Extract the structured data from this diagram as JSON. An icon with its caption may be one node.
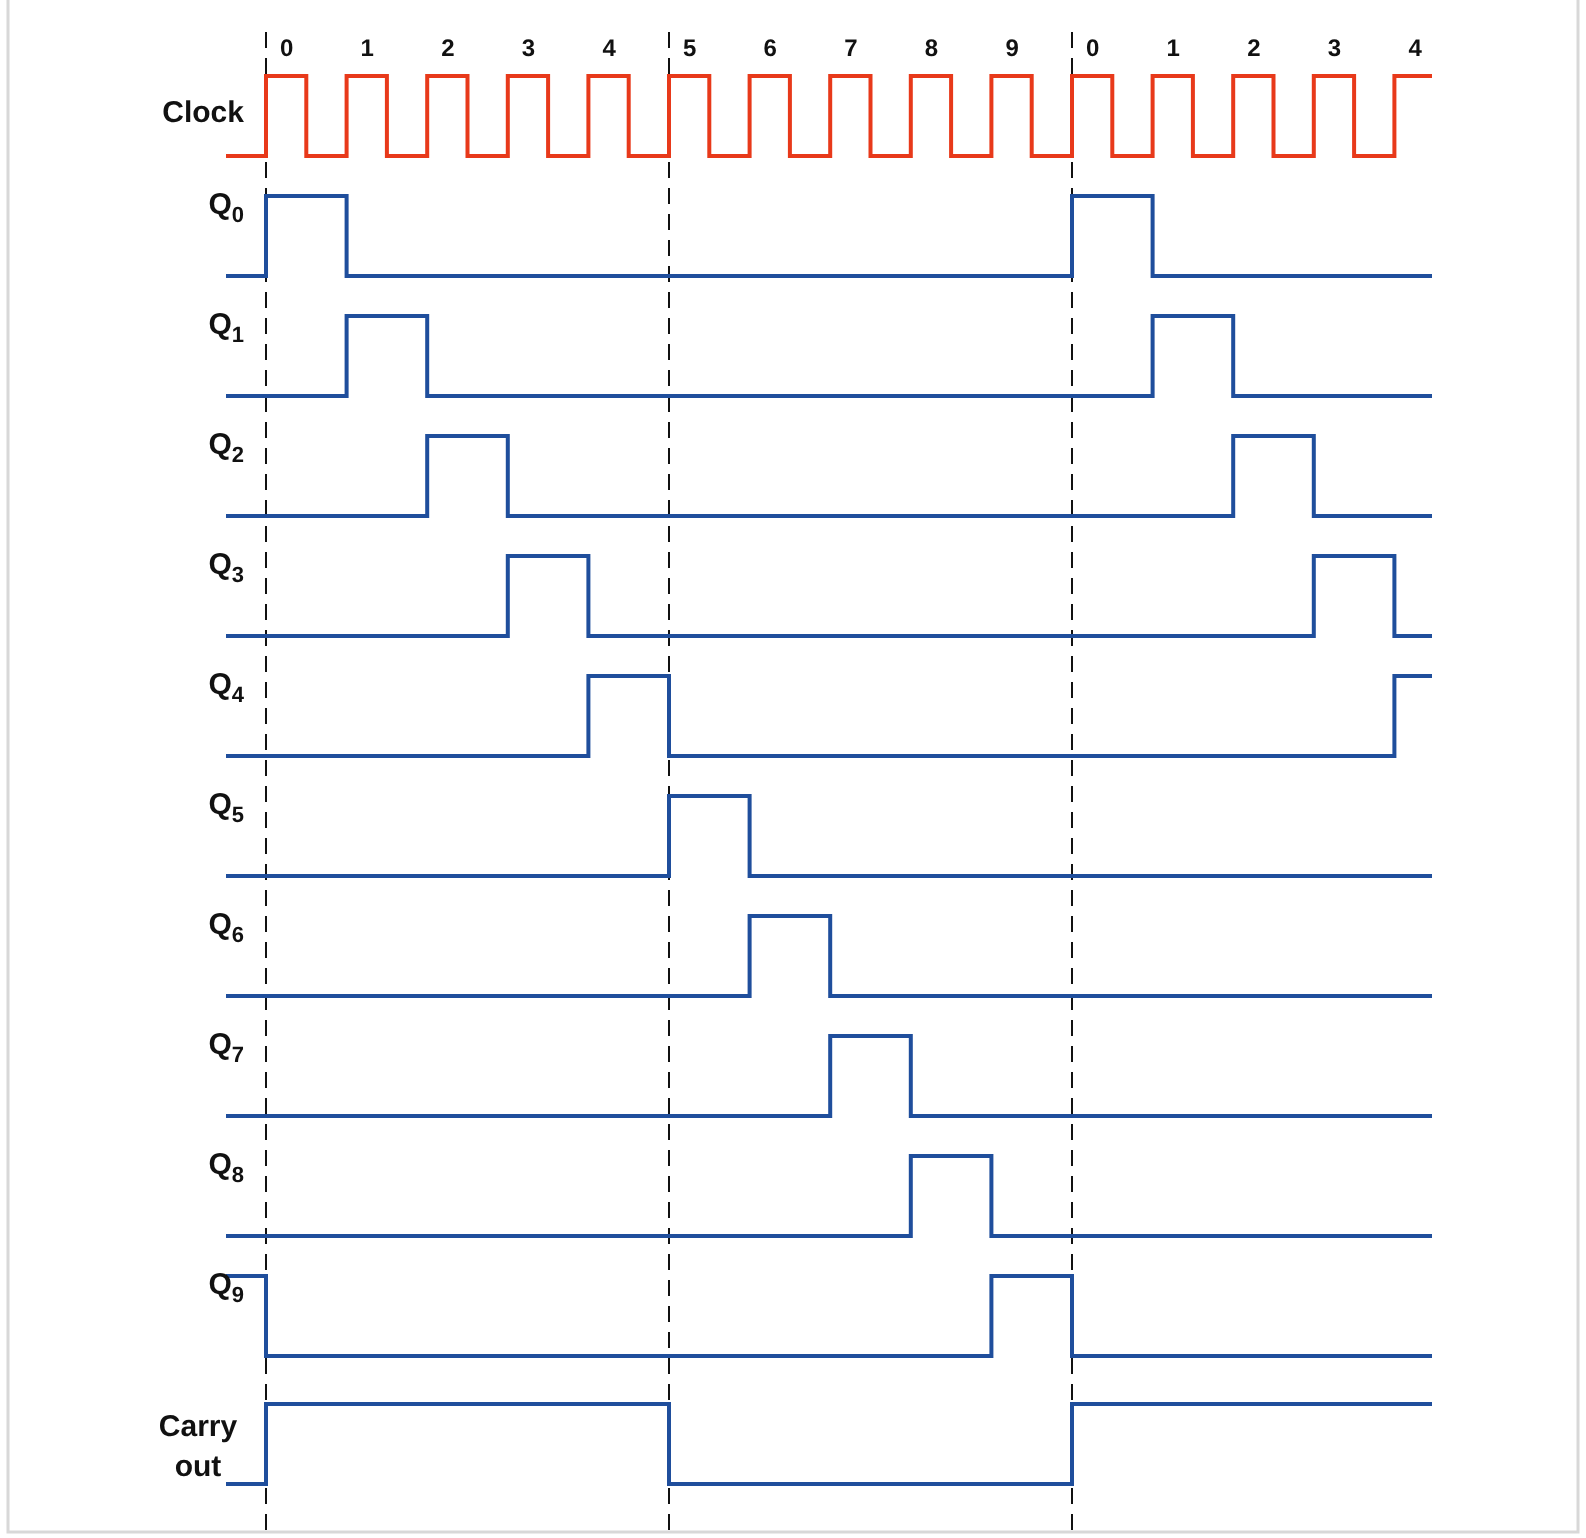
{
  "diagram": {
    "labels": [
      "0",
      "1",
      "2",
      "3",
      "4",
      "5",
      "6",
      "7",
      "8",
      "9",
      "0",
      "1",
      "2",
      "3",
      "4",
      "Clock",
      "Q$_{0}$",
      "Q$_{1}$",
      "Q$_{2}$",
      "Q$_{3}$",
      "Q$_{4}$",
      "Q$_{5}$",
      "Q$_{6}$",
      "Q$_{7}$",
      "Q$_{8}$",
      "Q$_{9}$",
      "Carry out"
    ]
  }
}
